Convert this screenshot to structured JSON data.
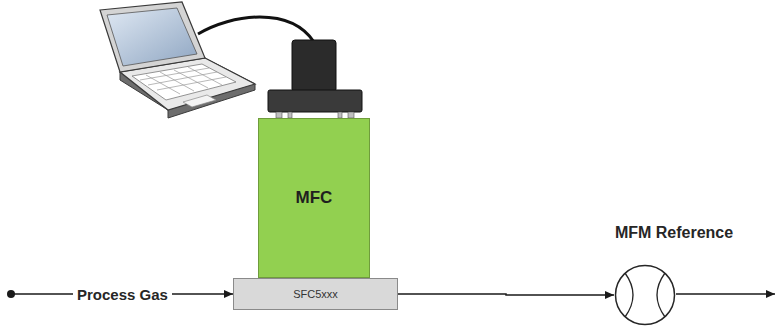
{
  "diagram": {
    "nodes": [
      {
        "text": [
          "MFC"
        ]
      },
      {
        "text": [
          "SFC5xxx"
        ]
      },
      {
        "text": [
          "MFM Reference"
        ]
      }
    ],
    "edges": [
      {
        "from": 1,
        "to": 2,
        "arrow": "to"
      }
    ],
    "labels": [
      "Process Gas"
    ]
  }
}
